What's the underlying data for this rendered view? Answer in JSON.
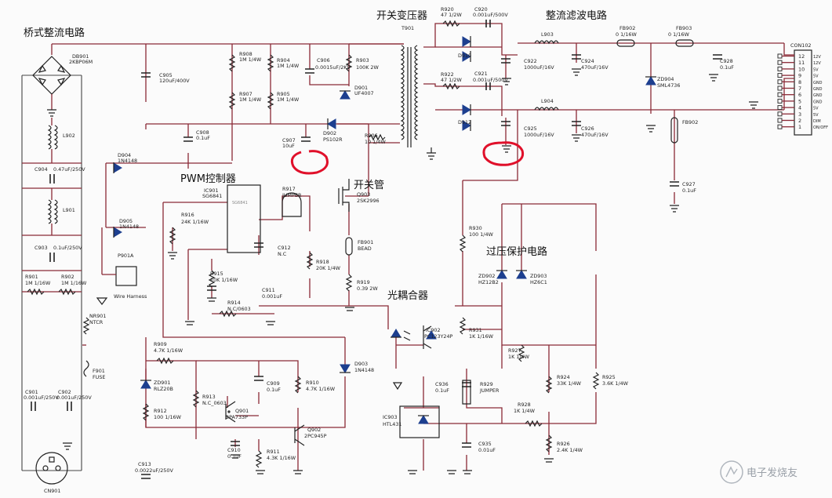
{
  "titles": {
    "bridge": "桥式整流电路",
    "transformer": "开关变压器",
    "filter": "整流滤波电路",
    "pwm": "PWM控制器",
    "switch": "开关管",
    "ovp": "过压保护电路",
    "opto": "光耦合器"
  },
  "labels": {
    "db901": "DB901",
    "db901v": "2KBP06M",
    "c905": "C905",
    "c905v": "120uF/400V",
    "r908": "R908",
    "r908v": "1M   1/4W",
    "r904": "R904",
    "r904v": "1M   1/4W",
    "c906": "C906",
    "c906v": "0.0015uF/2KV",
    "r903": "R903",
    "r903v": "100K   2W",
    "t901": "T901",
    "r920": "R920",
    "r920v": "47   1/2W",
    "c920": "C920",
    "c920v": "0.001uF/500V",
    "d910": "D910",
    "r922": "R922",
    "r922v": "47   1/2W",
    "c921": "C921",
    "c921v": "0.001uF/500V",
    "d912": "D912",
    "l903": "L903",
    "l904": "L904",
    "c922": "C922",
    "c922v": "1000uF/16V",
    "c924": "C924",
    "c924v": "470uF/16V",
    "c925": "C925",
    "c925v": "1000uF/16V",
    "c926": "C926",
    "c926v": "470uF/16V",
    "fb902": "FB902",
    "fb902v": "0   1/16W",
    "fb903": "FB903",
    "fb903v": "0   1/16W",
    "c928": "C928",
    "c928v": "0.1uF",
    "zd904": "ZD904",
    "zd904v": "SML4736",
    "fb902b": "FB902",
    "c927": "C927",
    "c927v": "0.1uF",
    "con102": "CON102",
    "l902": "L902",
    "l901": "L901",
    "c904": "C904",
    "c904v": "0.47uF/250V",
    "c903": "C903",
    "c903v": "0.1uF/250V",
    "r901": "R901",
    "r901v": "1M   1/16W",
    "r902": "R902",
    "r902v": "1M   1/16W",
    "nr901": "NR901",
    "nr901v": "NTCR",
    "f901": "F901",
    "f901v": "FUSE",
    "c901": "C901",
    "c901v": "0.001uF/250V",
    "c902": "C902",
    "c902v": "0.001uF/250V",
    "cn901": "CN901",
    "d904": "D904",
    "d904v": "1N4148",
    "d905": "D905",
    "d905v": "1N4148",
    "p901a": "P901A",
    "wire": "Wire Harness",
    "r907": "R907",
    "r907v": "1M   1/4W",
    "r905": "R905",
    "r905v": "1M   1/4W",
    "c908": "C908",
    "c908v": "0.1uF",
    "c907": "C907",
    "c907v": "10uF",
    "d902": "D902",
    "d902v": "PS102R",
    "r906": "R906",
    "r906v": "10   1/4W",
    "d901": "D901",
    "d901v": "UF4007",
    "ic901": "IC901",
    "ic901v": "SG6841",
    "ic901chip": "SG6841",
    "r916": "R916",
    "r916v": "24K   1/16W",
    "r917": "R917",
    "r917v": "JUMPER",
    "q903": "Q903",
    "q903v": "2SK2996",
    "c912": "C912",
    "c912v": "N.C",
    "fb901": "FB901",
    "fb901v": "BEAD",
    "r918": "R918",
    "r918v": "20K   1/4W",
    "r919": "R919",
    "r919v": "0.39   2W",
    "r915": "R915",
    "r915v": "10K   1/16W",
    "c911": "C911",
    "c911v": "0.001uF",
    "r914": "R914",
    "r914v": "N.C/0603",
    "r930": "R930",
    "r930v": "100   1/4W",
    "ic902": "IC902",
    "ic902v": "PC123Y24P",
    "r931": "R931",
    "r931v": "1K   1/16W",
    "zd902": "ZD902",
    "zd902v": "HZ12B2",
    "zd903": "ZD903",
    "zd903v": "HZ6C1",
    "r927": "R927",
    "r927v": "1K   1/4W",
    "r924": "R924",
    "r924v": "33K   1/4W",
    "r925": "R925",
    "r925v": "3.6K   1/4W",
    "r928": "R928",
    "r928v": "1K   1/4W",
    "r926": "R926",
    "r926v": "2.4K   1/4W",
    "c936": "C936",
    "c936v": "0.1uF",
    "r929": "R929",
    "r929v": "JUMPER",
    "c935": "C935",
    "c935v": "0.01uF",
    "ic903": "IC903",
    "ic903v": "HTL431",
    "r909": "R909",
    "r909v": "4.7K   1/16W",
    "zd901": "ZD901",
    "zd901v": "RLZ20B",
    "r912": "R912",
    "r912v": "100   1/16W",
    "r913": "R913",
    "r913v": "N.C_0603",
    "q901": "Q901",
    "q901v": "2PA733P",
    "c909": "C909",
    "c909v": "0.1uF",
    "r910": "R910",
    "r910v": "4.7K   1/16W",
    "d903": "D903",
    "d903v": "1N4148",
    "c910": "C910",
    "c910v": "0.1uF",
    "r911": "R911",
    "r911v": "4.3K   1/16W",
    "q902": "Q902",
    "q902v": "2PC945P",
    "c913": "C913",
    "c913v": "0.0022uF/250V"
  },
  "connector_pins": [
    {
      "num": "12",
      "name": "12V"
    },
    {
      "num": "11",
      "name": "12V"
    },
    {
      "num": "10",
      "name": "5V"
    },
    {
      "num": "9",
      "name": "5V"
    },
    {
      "num": "8",
      "name": "GND"
    },
    {
      "num": "7",
      "name": "GND"
    },
    {
      "num": "6",
      "name": "GND"
    },
    {
      "num": "5",
      "name": "GND"
    },
    {
      "num": "4",
      "name": "5V"
    },
    {
      "num": "3",
      "name": "5V"
    },
    {
      "num": "2",
      "name": "DIM"
    },
    {
      "num": "1",
      "name": "ON/OFF"
    }
  ],
  "watermark": "电子发烧友",
  "colors": {
    "wire": "#8a2a36",
    "highlight": "#e0102a",
    "diode": "#1d3f8f"
  }
}
